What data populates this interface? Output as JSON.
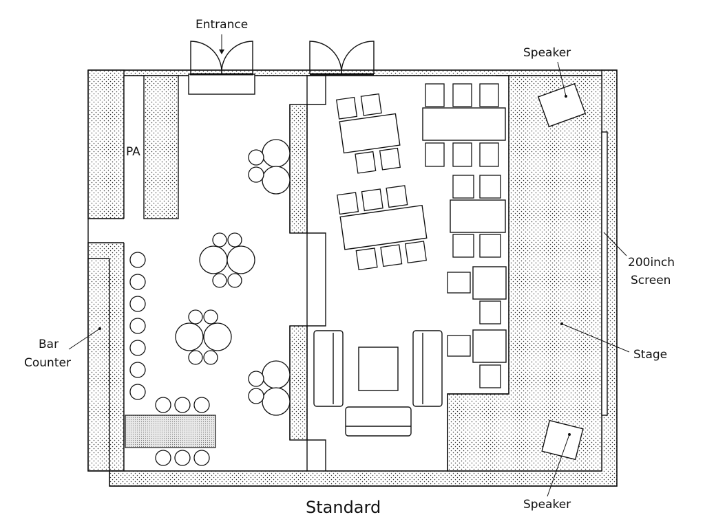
{
  "title": "Standard",
  "labels": {
    "entrance": "Entrance",
    "pa": "PA",
    "speaker_top": "Speaker",
    "speaker_bottom": "Speaker",
    "screen_line1": "200inch",
    "screen_line2": "Screen",
    "stage": "Stage",
    "bar_line1": "Bar",
    "bar_line2": "Counter"
  }
}
